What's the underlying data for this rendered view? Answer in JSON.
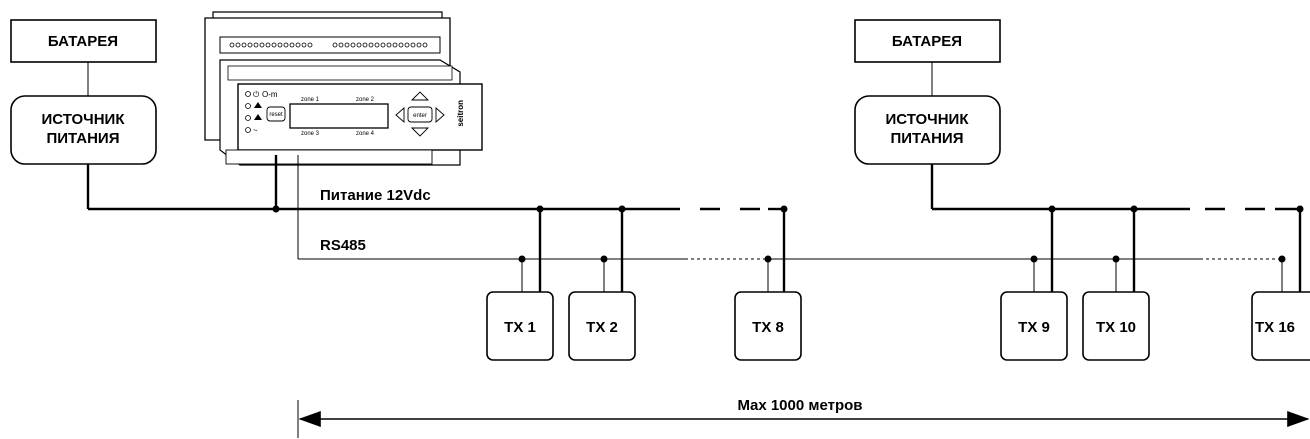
{
  "labels": {
    "battery_left": "БАТАРЕЯ",
    "psu_left_line1": "ИСТОЧНИК",
    "psu_left_line2": "ПИТАНИЯ",
    "battery_right": "БАТАРЕЯ",
    "psu_right_line1": "ИСТОЧНИК",
    "psu_right_line2": "ПИТАНИЯ",
    "power_bus": "Питание 12Vdc",
    "rs485_bus": "RS485",
    "distance": "Max 1000 метров"
  },
  "transmitters": [
    "TX 1",
    "TX 2",
    "TX 8",
    "TX 9",
    "TX 10",
    "TX 16"
  ],
  "device": {
    "brand": "seitron",
    "reset": "reset",
    "enter": "enter",
    "zones": [
      "zone 1",
      "zone 2",
      "zone 3",
      "zone 4"
    ]
  }
}
